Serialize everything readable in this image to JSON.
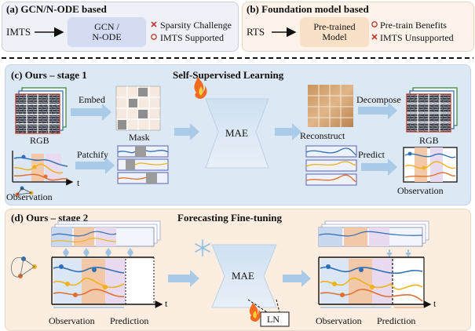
{
  "panel_a": {
    "title": "(a) GCN/N-ODE based",
    "input": "IMTS",
    "model_line1": "GCN /",
    "model_line2": "N-ODE",
    "con": "Sparsity Challenge",
    "pro": "IMTS Supported"
  },
  "panel_b": {
    "title": "(b) Foundation model based",
    "input": "RTS",
    "model_line1": "Pre-trained",
    "model_line2": "Model",
    "pro": "Pre-train Benefits",
    "con": "IMTS Unsupported"
  },
  "panel_c": {
    "title": "(c) Ours – stage 1",
    "subtitle": "Self-Supervised Learning",
    "rgb_label": "RGB",
    "embed_label": "Embed",
    "mask_label": "Mask",
    "mae_label": "MAE",
    "reconstruct_label": "Reconstruct",
    "decompose_label": "Decompose",
    "rgb_out_label": "RGB",
    "patchify_label": "Patchify",
    "observation_label": "Observation",
    "t_label": "t",
    "predict_label": "Predict",
    "observation_out_label": "Observation"
  },
  "panel_d": {
    "title": "(d) Ours – stage 2",
    "subtitle": "Forecasting Fine-tuning",
    "mae_label": "MAE",
    "ln_label": "LN",
    "observation_label": "Observation",
    "prediction_label": "Prediction",
    "t_label": "t",
    "observation_out_label": "Observation",
    "prediction_out_label": "Prediction",
    "t_out_label": "t"
  },
  "colors": {
    "panel_a_fill": "#eef1f7",
    "panel_b_fill": "#fdf3ea",
    "panel_c_fill": "#dce8f4",
    "panel_d_fill": "#fbeee0",
    "model_a_fill": "#d4dcf3",
    "model_b_fill": "#f9e1c8",
    "arrow_blue": "#a9cbe8",
    "cross_red": "#c0392b",
    "series_blue": "#2f6fb5",
    "series_yellow": "#f0b21b",
    "series_orange": "#e0702f"
  }
}
